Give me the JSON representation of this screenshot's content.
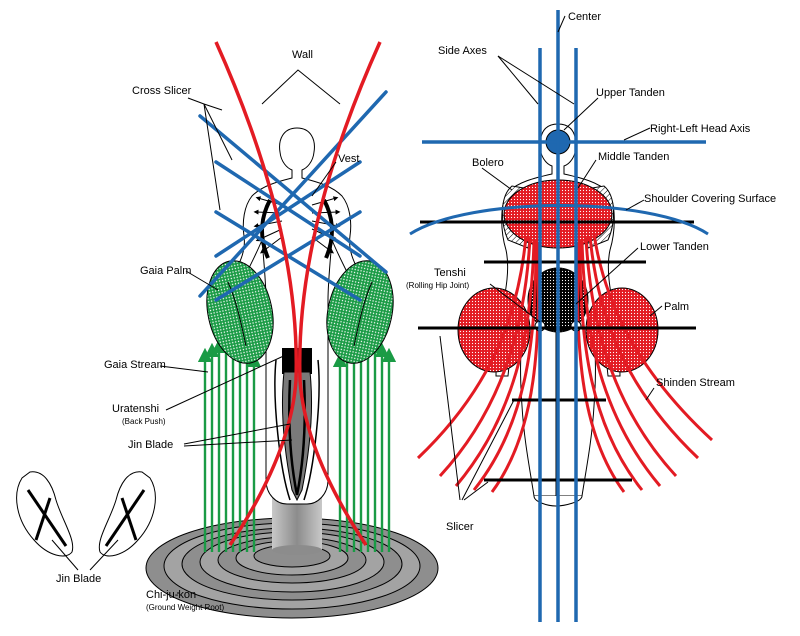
{
  "colors": {
    "red": "#e31b23",
    "blue": "#1f68b0",
    "green": "#1a9b45",
    "black": "#000000",
    "gray": "#9a9a9a"
  },
  "left": {
    "wall": "Wall",
    "cross_slicer": "Cross Slicer",
    "vest": "Vest",
    "gaia_palm": "Gaia Palm",
    "gaia_stream": "Gaia Stream",
    "uratenshi": "Uratenshi",
    "uratenshi_sub": "(Back Push)",
    "jin_blade": "Jin Blade",
    "jin_blade_feet": "Jin Blade",
    "chijukon": "Chi-ju-kon",
    "chijukon_sub": "(Ground Weight Root)"
  },
  "right": {
    "center": "Center",
    "side_axes": "Side Axes",
    "upper_tanden": "Upper Tanden",
    "head_axis": "Right-Left Head Axis",
    "bolero": "Bolero",
    "middle_tanden": "Middle Tanden",
    "shoulder_surface": "Shoulder Covering Surface",
    "lower_tanden": "Lower Tanden",
    "tenshi": "Tenshi",
    "tenshi_sub": "(Rolling Hip Joint)",
    "palm": "Palm",
    "shinden_stream": "Shinden Stream",
    "slicer": "Slicer"
  }
}
